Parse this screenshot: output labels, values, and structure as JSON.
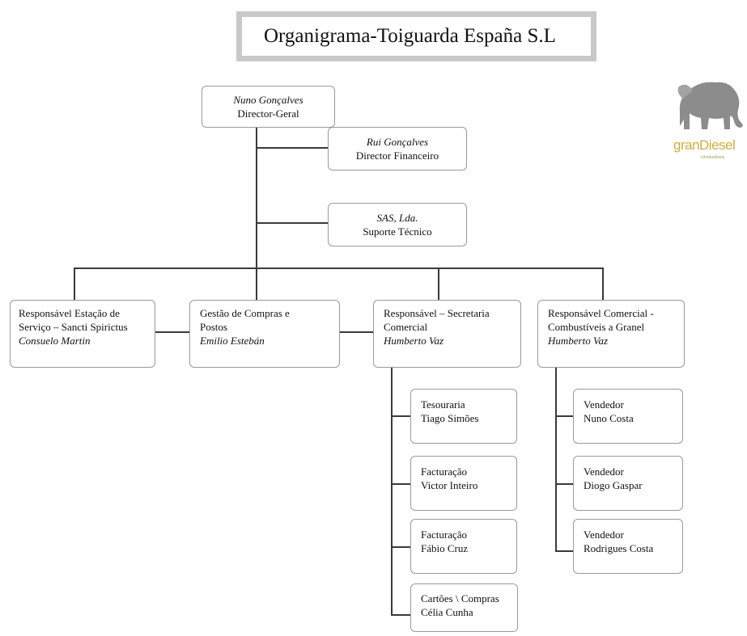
{
  "title": "Organigrama-Toiguarda España S.L",
  "logo": {
    "text": "granDiesel",
    "subtext": "combustíveis",
    "color": "#c9b23a"
  },
  "top": {
    "name": "Nuno Gonçalves",
    "role": "Director-Geral"
  },
  "support": [
    {
      "name": "Rui Gonçalves",
      "role": "Director Financeiro"
    },
    {
      "name": "SAS, Lda.",
      "role": "Suporte Técnico"
    }
  ],
  "departments": [
    {
      "line1": "Responsável Estação de",
      "line2": "Serviço – Sancti Spirictus",
      "person": "Consuelo Martin"
    },
    {
      "line1": "Gestão de Compras e",
      "line2": "Postos",
      "person": "Emilio Estebán"
    },
    {
      "line1": "Responsável – Secretaria",
      "line2": "Comercial",
      "person": "Humberto Vaz"
    },
    {
      "line1": "Responsável Comercial -",
      "line2": "Combustíveis a Granel",
      "person": "Humberto Vaz"
    }
  ],
  "secretaria_staff": [
    {
      "role": "Tesouraria",
      "name": "Tiago Simões"
    },
    {
      "role": "Facturação",
      "name": "Victor Inteiro"
    },
    {
      "role": "Facturação",
      "name": "Fábio Cruz"
    },
    {
      "role": "Cartões \\ Compras",
      "name": "Célia Cunha"
    }
  ],
  "comercial_staff": [
    {
      "role": "Vendedor",
      "name": "Nuno Costa"
    },
    {
      "role": "Vendedor",
      "name": "Diogo Gaspar"
    },
    {
      "role": "Vendedor",
      "name": "Rodrigues Costa"
    }
  ]
}
